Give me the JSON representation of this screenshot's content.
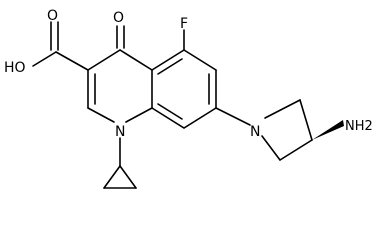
{
  "labels": {
    "hydroxyl": "HO",
    "carboxyl_oxygen": "O",
    "ketone_oxygen": "O",
    "fluorine": "F",
    "ring_nitrogen": "N",
    "pyrrolidine_nitrogen": "N",
    "amine": "NH2"
  },
  "colors": {
    "bond": "#000000",
    "text": "#000000",
    "background": "#ffffff"
  }
}
